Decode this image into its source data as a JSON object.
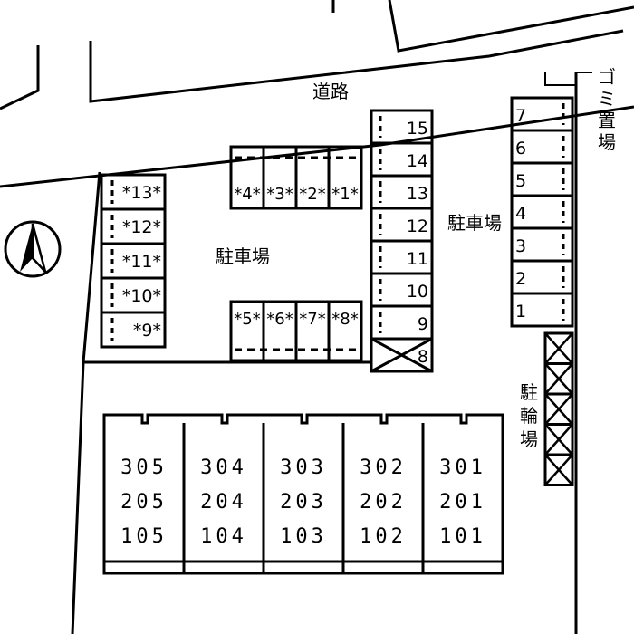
{
  "labels": {
    "road": "道路",
    "parking_center": "駐車場",
    "parking_right": "駐車場",
    "garbage": "ゴミ置場",
    "bicycle": "駐輪場"
  },
  "parking": {
    "left_column": [
      "*13*",
      "*12*",
      "*11*",
      "*10*",
      "*9*"
    ],
    "top_row": [
      "*4*",
      "*3*",
      "*2*",
      "*1*"
    ],
    "bottom_row": [
      "*5*",
      "*6*",
      "*7*",
      "*8*"
    ],
    "middle_column": [
      "15",
      "14",
      "13",
      "12",
      "11",
      "10",
      "9",
      "8"
    ],
    "right_column": [
      "7",
      "6",
      "5",
      "4",
      "3",
      "2",
      "1"
    ]
  },
  "units": [
    [
      "305",
      "205",
      "105"
    ],
    [
      "304",
      "204",
      "104"
    ],
    [
      "303",
      "203",
      "103"
    ],
    [
      "302",
      "202",
      "102"
    ],
    [
      "301",
      "201",
      "101"
    ]
  ]
}
